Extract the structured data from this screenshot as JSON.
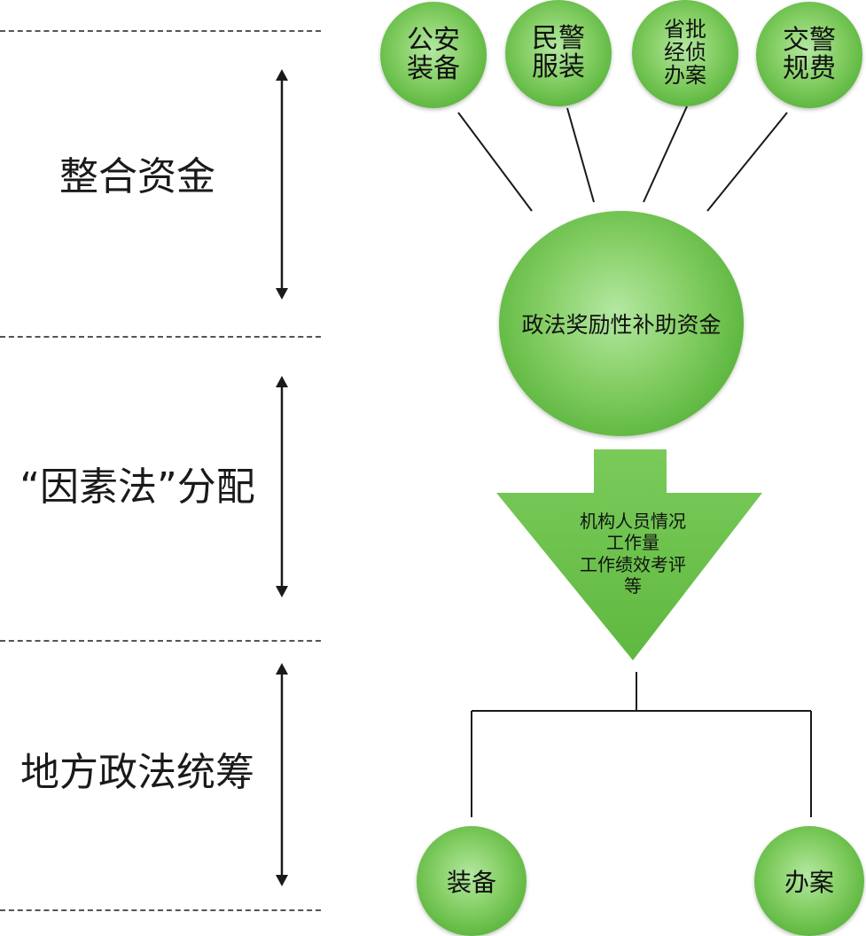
{
  "stages": [
    {
      "label": "整合资金"
    },
    {
      "label": "“因素法”分配"
    },
    {
      "label": "地方政法统筹"
    }
  ],
  "sources": [
    {
      "label": "公安\n装备"
    },
    {
      "label": "民警\n服装"
    },
    {
      "label": "省批\n经侦\n办案"
    },
    {
      "label": "交警\n规费"
    }
  ],
  "fund": {
    "label": "政法奖励性补助资金"
  },
  "allocation_factors": {
    "text": "机构人员情况\n工作量\n工作绩效考评\n等"
  },
  "outputs": [
    {
      "label": "装备"
    },
    {
      "label": "办案"
    }
  ],
  "colors": {
    "circle": "#6cc24a",
    "arrow": "#6cc24a",
    "lines": "#1a1a1a"
  }
}
